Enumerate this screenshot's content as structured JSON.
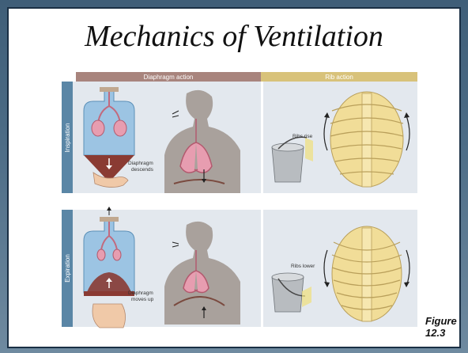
{
  "slide": {
    "title": "Mechanics of Ventilation",
    "figure_label_line1": "Figure",
    "figure_label_line2": "12.3"
  },
  "diagram": {
    "header_left": "Diaphragm action",
    "header_right": "Rib action",
    "row_top_label": "Inspiration",
    "row_bottom_label": "Expiration",
    "label_diaphragm_descends_1": "Diaphragm",
    "label_diaphragm_descends_2": "descends",
    "label_ribs_rise": "Ribs rise",
    "label_diaphragm_moves_up_1": "Diaphragm",
    "label_diaphragm_moves_up_2": "moves up",
    "label_ribs_lower": "Ribs lower"
  },
  "colors": {
    "header_left": "#a8847d",
    "header_right": "#d8c27a",
    "side_bar": "#5a86a6",
    "panel_bg": "#e3e8ee",
    "lung": "#e79db0",
    "rib": "#f1dd98"
  }
}
